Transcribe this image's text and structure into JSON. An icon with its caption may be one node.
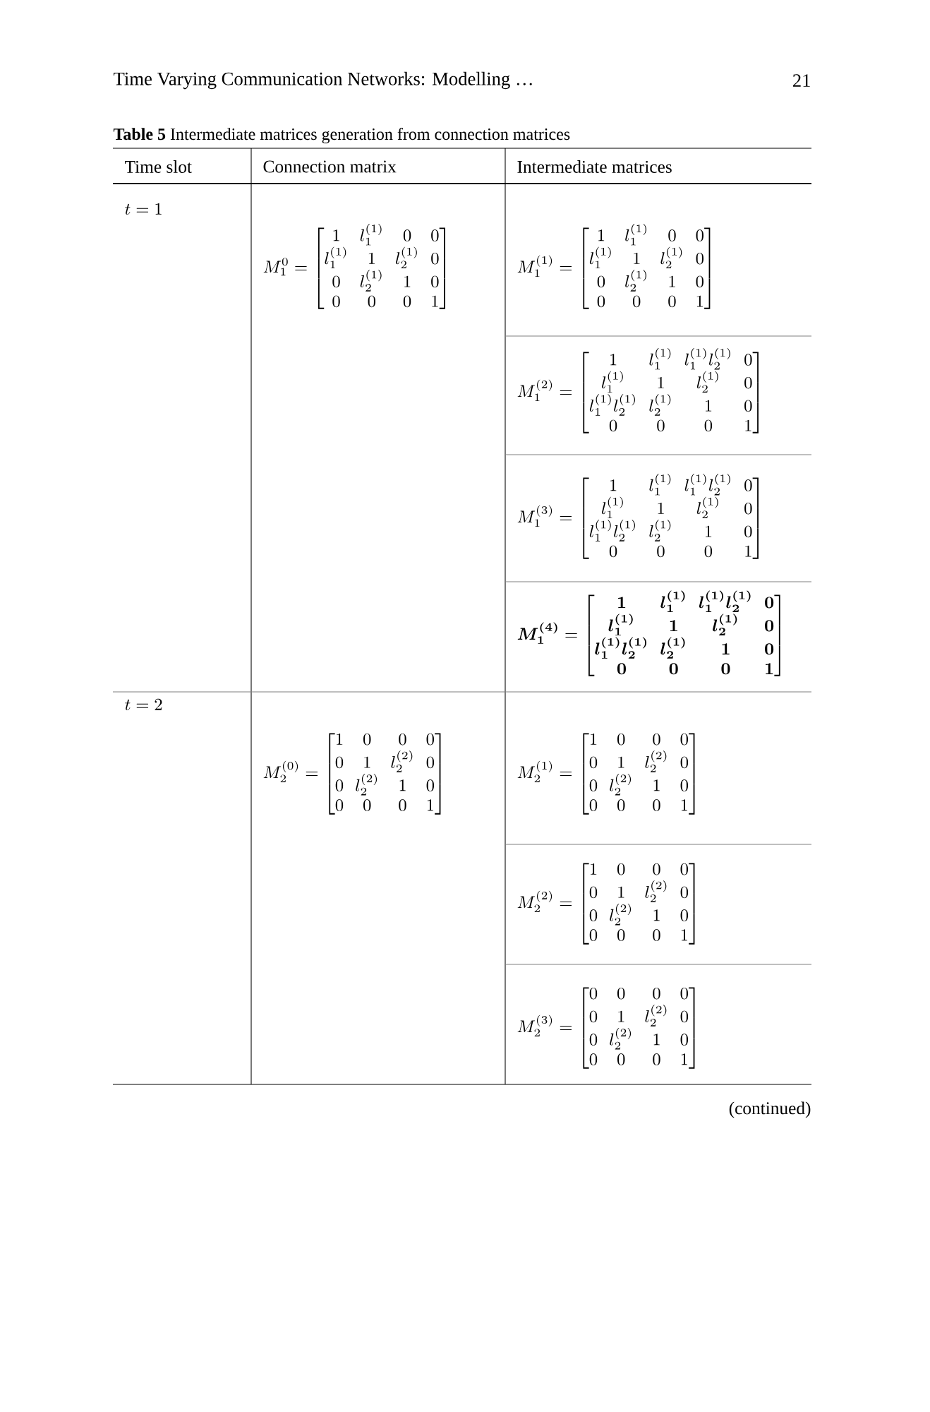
{
  "diagram": {
    "caption": "**Table 5** Intermediate matrices generation from connection matrices",
    "labels": [
      "Time Varying Communication Networks: Modelling …",
      "21",
      "Time slot",
      "Connection matrix",
      "Intermediate matrices",
      "t=1",
      "M_1^0 = \\begin{bmatrix} 1 & l_1^{(1)} & 0 & 0 \\\\ l_1^{(1)} & 1 & l_2^{(1)} & 0 \\\\ 0 & l_2^{(1)} & 1 & 0 \\\\ 0 & 0 & 0 & 1 \\end{bmatrix}",
      "M_1^{(1)} = \\begin{bmatrix} 1 & l_1^{(1)} & 0 & 0 \\\\ l_1^{(1)} & 1 & l_2^{(1)} & 0 \\\\ 0 & l_2^{(1)} & 1 & 0 \\\\ 0 & 0 & 0 & 1 \\end{bmatrix}",
      "M_1^{(2)} = \\begin{bmatrix} 1 & l_1^{(1)} & l_1^{(1)} l_2^{(1)} & 0 \\\\ l_1^{(1)} & 1 & l_2^{(1)} & 0 \\\\ l_1^{(1)} l_2^{(1)} & l_2^{(1)} & 1 & 0 \\\\ 0 & 0 & 0 & 1 \\end{bmatrix}",
      "M_1^{(3)} = \\begin{bmatrix} 1 & l_1^{(1)} & l_1^{(1)} l_2^{(1)} & 0 \\\\ l_1^{(1)} & 1 & l_2^{(1)} & 0 \\\\ l_1^{(1)} l_2^{(1)} & l_2^{(1)} & 1 & 0 \\\\ 0 & 0 & 0 & 1 \\end{bmatrix}",
      "\\boldsymbol{M_1^{(4)}} = \\begin{bmatrix} \\boldsymbol{1} & \\boldsymbol{l_1^{(1)}} & \\boldsymbol{l_1^{(1)} l_2^{(1)}} & \\boldsymbol{0} \\\\ \\boldsymbol{l_1^{(1)}} & \\boldsymbol{1} & \\boldsymbol{l_2^{(1)}} & \\boldsymbol{0} \\\\ \\boldsymbol{l_1^{(1)} l_2^{(1)}} & \\boldsymbol{l_2^{(1)}} & \\boldsymbol{1} & \\boldsymbol{0} \\\\ \\boldsymbol{0} & \\boldsymbol{0} & \\boldsymbol{0} & \\boldsymbol{1} \\end{bmatrix}",
      "t=2",
      "M_2^{(0)} = \\begin{bmatrix} 1 & 0 & 0 & 0 \\\\ 0 & 1 & l_2^{(2)} & 0 \\\\ 0 & l_2^{(2)} & 1 & 0 \\\\ 0 & 0 & 0 & 1 \\end{bmatrix}",
      "M_2^{(1)} = \\begin{bmatrix} 1 & 0 & 0 & 0 \\\\ 0 & 1 & l_2^{(2)} & 0 \\\\ 0 & l_2^{(2)} & 1 & 0 \\\\ 0 & 0 & 0 & 1 \\end{bmatrix}",
      "M_2^{(2)} = \\begin{bmatrix} 1 & 0 & 0 & 0 \\\\ 0 & 1 & l_2^{(2)} & 0 \\\\ 0 & l_2^{(2)} & 1 & 0 \\\\ 0 & 0 & 0 & 1 \\end{bmatrix}",
      "M_2^{(3)} = \\begin{bmatrix} 0 & 0 & 0 & 0 \\\\ 0 & 1 & l_2^{(2)} & 0 \\\\ 0 & l_2^{(2)} & 1 & 0 \\\\ 0 & 0 & 0 & 1 \\end{bmatrix}",
      "(continued)"
    ]
  }
}
